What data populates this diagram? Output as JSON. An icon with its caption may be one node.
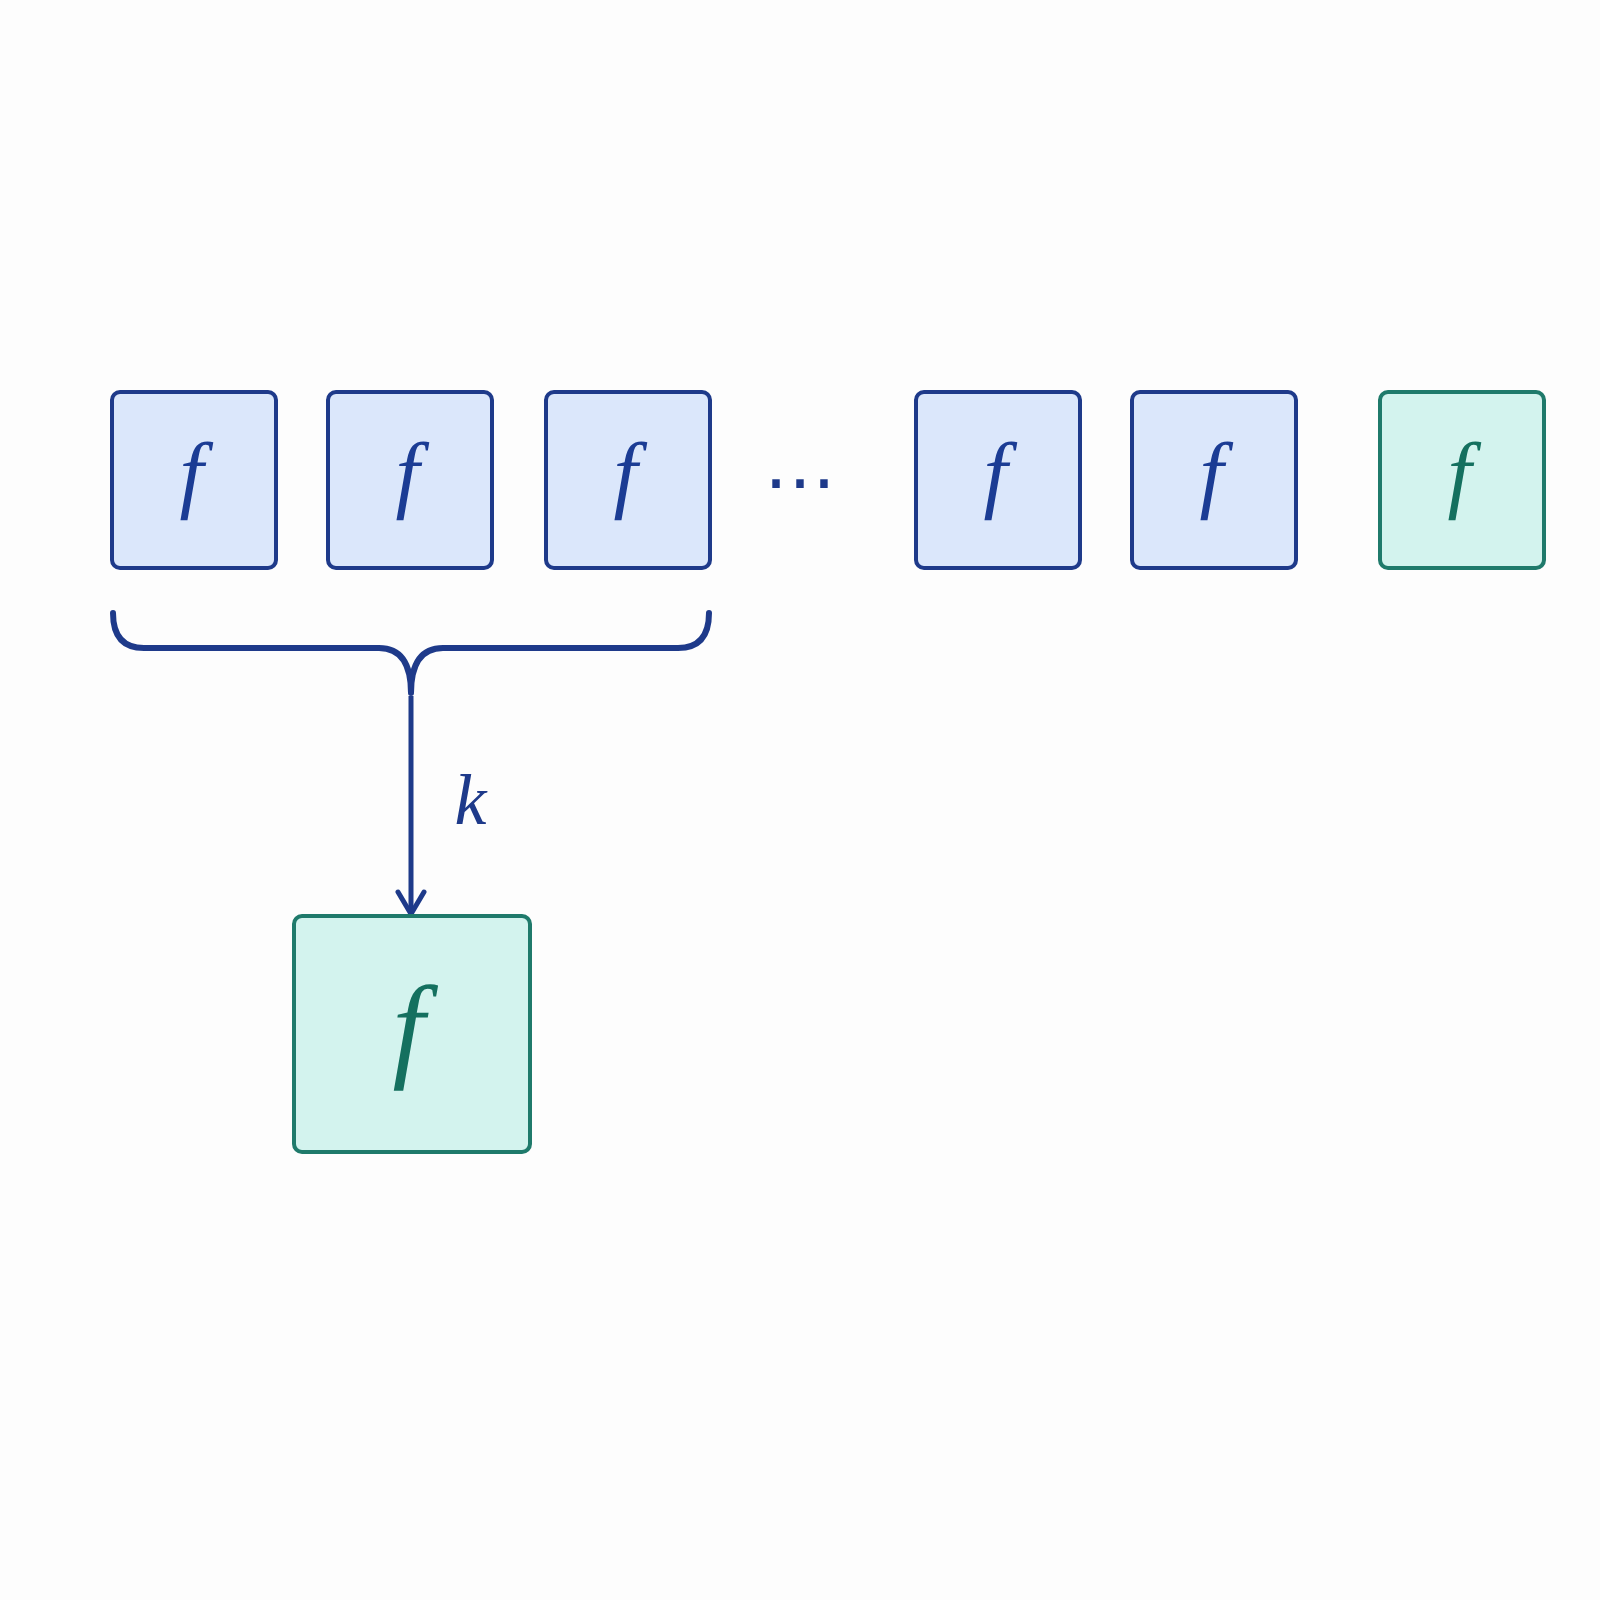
{
  "diagram": {
    "nodes": [
      {
        "text": [
          "f"
        ]
      },
      {
        "text": [
          "f"
        ]
      },
      {
        "text": [
          "f"
        ]
      },
      {
        "text": [
          "f"
        ]
      },
      {
        "text": [
          "f"
        ]
      },
      {
        "text": [
          "f"
        ]
      },
      {
        "text": [],
        "shape": "brace"
      },
      {
        "text": [
          "f"
        ]
      }
    ],
    "edges": [
      {
        "from": 6,
        "to": 7,
        "arrow": "to",
        "label": "k"
      }
    ],
    "labels": [
      "⋯"
    ]
  }
}
